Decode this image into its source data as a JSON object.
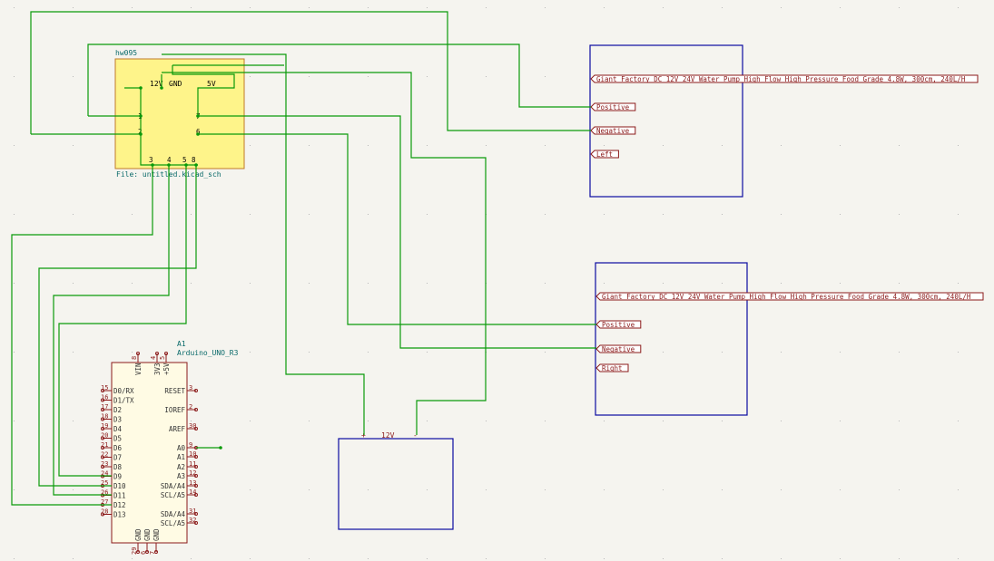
{
  "colors": {
    "background": "#f5f4ef",
    "wire": "#0a9a0a",
    "sheet_border": "#0a0aa0",
    "hier_sheet_fill": "#fef48a",
    "hier_sheet_border": "#c07a2a",
    "symbol_outline": "#8b1a1a",
    "symbol_fill": "#fffbe4",
    "pin_text": "#8b1a1a",
    "ref_text": "#0a6a6a",
    "grid": "#b8b8b8"
  },
  "hw095": {
    "name": "hw095",
    "file": "File: untitled.kicad_sch",
    "top_labels": [
      "12V",
      "GND",
      "5V"
    ],
    "left_pins": [
      "1",
      "2"
    ],
    "right_pins": [
      "7",
      "6"
    ],
    "bottom_pins": [
      "3",
      "4",
      "5",
      "8"
    ]
  },
  "pump_left": {
    "title": "Giant Factory DC 12V 24V Water Pump High Flow High Pressure Food Grade 4.8W, 300cm, 240L/H",
    "pins": [
      "Positive",
      "Negative",
      "Left"
    ]
  },
  "pump_right": {
    "title": "Giant Factory DC 12V 24V Water Pump High Flow High Pressure Food Grade 4.8W, 300cm, 240L/H",
    "pins": [
      "Positive",
      "Negative",
      "Right"
    ]
  },
  "supply": {
    "label": "12V",
    "plus": "+",
    "minus": "-"
  },
  "arduino": {
    "ref": "A1",
    "value": "Arduino_UNO_R3",
    "top_pins": [
      {
        "num": "8",
        "name": "VIN"
      },
      {
        "num": "4",
        "name": "3V3"
      },
      {
        "num": "5",
        "name": "+5V"
      }
    ],
    "left_pins": [
      {
        "num": "15",
        "name": "D0/RX"
      },
      {
        "num": "16",
        "name": "D1/TX"
      },
      {
        "num": "17",
        "name": "D2"
      },
      {
        "num": "18",
        "name": "D3"
      },
      {
        "num": "19",
        "name": "D4"
      },
      {
        "num": "20",
        "name": "D5"
      },
      {
        "num": "21",
        "name": "D6"
      },
      {
        "num": "22",
        "name": "D7"
      },
      {
        "num": "23",
        "name": "D8"
      },
      {
        "num": "24",
        "name": "D9"
      },
      {
        "num": "25",
        "name": "D10"
      },
      {
        "num": "26",
        "name": "D11"
      },
      {
        "num": "27",
        "name": "D12"
      },
      {
        "num": "28",
        "name": "D13"
      }
    ],
    "right_pins": [
      {
        "num": "3",
        "name": "RESET"
      },
      {
        "num": "2",
        "name": "IOREF"
      },
      {
        "num": "30",
        "name": "AREF"
      },
      {
        "num": "9",
        "name": "A0"
      },
      {
        "num": "10",
        "name": "A1"
      },
      {
        "num": "11",
        "name": "A2"
      },
      {
        "num": "12",
        "name": "A3"
      },
      {
        "num": "13",
        "name": "SDA/A4"
      },
      {
        "num": "14",
        "name": "SCL/A5"
      },
      {
        "num": "31",
        "name": "SDA/A4"
      },
      {
        "num": "32",
        "name": "SCL/A5"
      }
    ],
    "bottom_pins": [
      {
        "num": "29",
        "name": "GND"
      },
      {
        "num": "6",
        "name": "GND"
      },
      {
        "num": "7",
        "name": "GND"
      }
    ]
  }
}
